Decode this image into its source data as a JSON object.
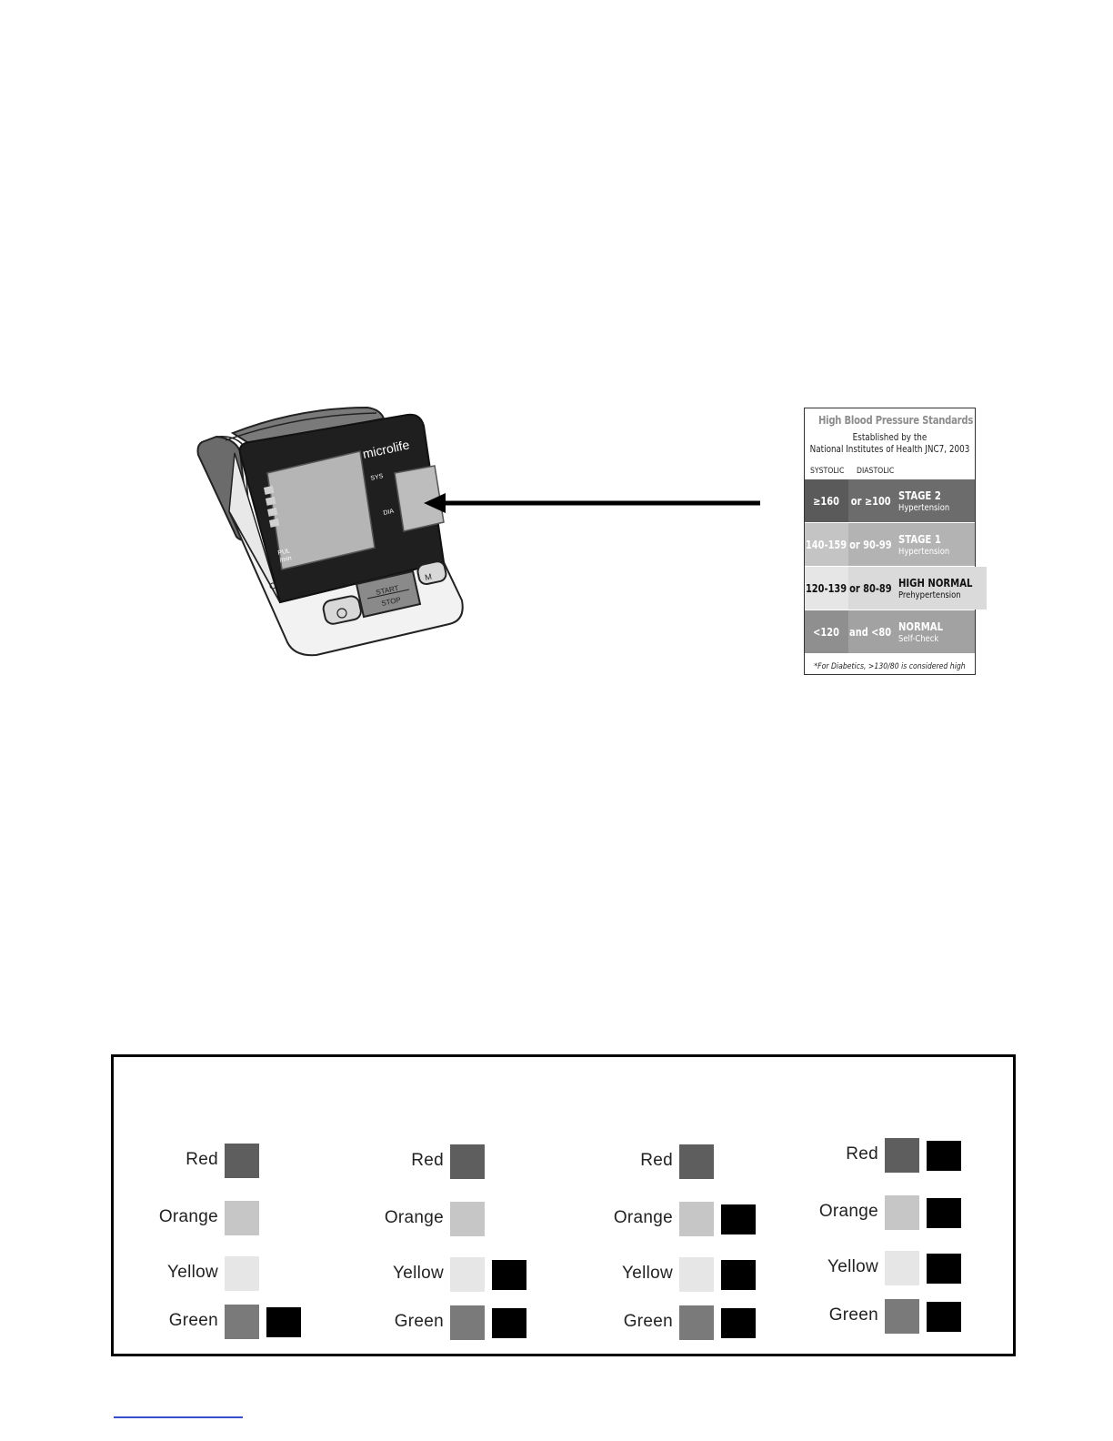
{
  "device": {
    "brand": "microlife",
    "sys_label": "SYS",
    "dia_label": "DIA",
    "pulse_label_1": "PUL",
    "pulse_label_2": "/min",
    "start_label": "START",
    "stop_label": "STOP",
    "memory_label": "M"
  },
  "bp_card": {
    "title": "High Blood Pressure Standards",
    "subtitle_1": "Established by the",
    "subtitle_2": "National Institutes of Health JNC7, 2003",
    "col_systolic": "SYSTOLIC",
    "col_diastolic": "DIASTOLIC",
    "rows": [
      {
        "systolic": "≥160",
        "diastolic": "or ≥100",
        "stage": "STAGE 2",
        "desc": "Hypertension",
        "bg1": "#5a5a5a",
        "bg2": "#6c6c6c",
        "bg3": "#6c6c6c",
        "fg": "#ffffff"
      },
      {
        "systolic": "140-159",
        "diastolic": "or 90-99",
        "stage": "STAGE 1",
        "desc": "Hypertension",
        "bg1": "#c4c4c4",
        "bg2": "#b3b3b3",
        "bg3": "#b3b3b3",
        "fg": "#ffffff"
      },
      {
        "systolic": "120-139",
        "diastolic": "or 80-89",
        "stage": "HIGH NORMAL",
        "desc": "Prehypertension",
        "bg1": "#e6e6e6",
        "bg2": "#dadada",
        "bg3": "#dadada",
        "fg": "#111111"
      },
      {
        "systolic": "<120",
        "diastolic": "and <80",
        "stage": "NORMAL",
        "desc": "Self-Check",
        "bg1": "#8f8f8f",
        "bg2": "#a2a2a2",
        "bg3": "#a2a2a2",
        "fg": "#ffffff"
      }
    ],
    "footnote": "*For Diabetics, >130/80 is considered high"
  },
  "legend": {
    "colors": {
      "Red": "#5e5e5e",
      "Orange": "#c6c6c6",
      "Yellow": "#e6e6e6",
      "Green": "#7a7a7a"
    },
    "columns": [
      {
        "items": [
          {
            "label": "Red",
            "marked": false
          },
          {
            "label": "Orange",
            "marked": false
          },
          {
            "label": "Yellow",
            "marked": false
          },
          {
            "label": "Green",
            "marked": true
          }
        ]
      },
      {
        "items": [
          {
            "label": "Red",
            "marked": false
          },
          {
            "label": "Orange",
            "marked": false
          },
          {
            "label": "Yellow",
            "marked": true
          },
          {
            "label": "Green",
            "marked": true
          }
        ]
      },
      {
        "items": [
          {
            "label": "Red",
            "marked": false
          },
          {
            "label": "Orange",
            "marked": true
          },
          {
            "label": "Yellow",
            "marked": true
          },
          {
            "label": "Green",
            "marked": true
          }
        ]
      },
      {
        "items": [
          {
            "label": "Red",
            "marked": true
          },
          {
            "label": "Orange",
            "marked": true
          },
          {
            "label": "Yellow",
            "marked": true
          },
          {
            "label": "Green",
            "marked": true
          }
        ]
      }
    ]
  }
}
